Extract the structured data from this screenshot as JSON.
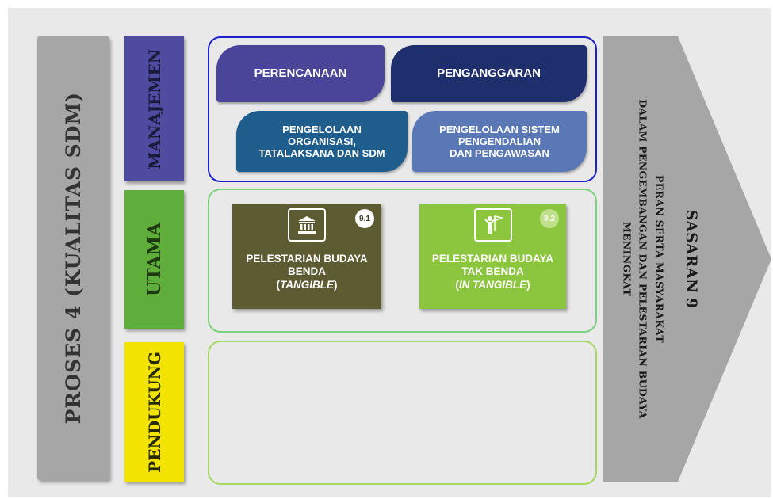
{
  "process_bar": {
    "label": "PROSES 4  (KUALITAS SDM)"
  },
  "categories": {
    "manajemen": "MANAJEMEN",
    "utama": "UTAMA",
    "pendukung": "PENDUKUNG"
  },
  "manajemen_boxes": {
    "perencanaan": "PERENCANAAN",
    "penganggaran": "PENGANGGARAN",
    "organisasi_lines": [
      "PENGELOLAAN",
      "ORGANISASI,",
      "TATALAKSANA DAN SDM"
    ],
    "sistem_lines": [
      "PENGELOLAAN SISTEM",
      "PENGENDALIAN",
      "DAN PENGAWASAN"
    ]
  },
  "utama_boxes": {
    "benda": {
      "badge": "9.1",
      "icon": "museum-icon",
      "line1": "PELESTARIAN BUDAYA",
      "line2": "BENDA",
      "line3": "TANGIBLE"
    },
    "takbenda": {
      "badge": "9.2",
      "icon": "person-flag-icon",
      "line1": "PELESTARIAN BUDAYA",
      "line2": "TAK BENDA",
      "line3": "IN TANGIBLE"
    }
  },
  "target": {
    "title": "SASARAN 9",
    "desc_lines": [
      "PERAN SERTA MASYARAKAT",
      "DALAM PENGEMBANGAN DAN PELESTARIAN BUDAYA",
      "MENINGKAT"
    ]
  },
  "colors": {
    "manajemen": "#4f4ba0",
    "utama": "#5fae3b",
    "pendukung": "#f2e400",
    "process": "#a6a6a6",
    "arrow": "#a6a6a6"
  }
}
